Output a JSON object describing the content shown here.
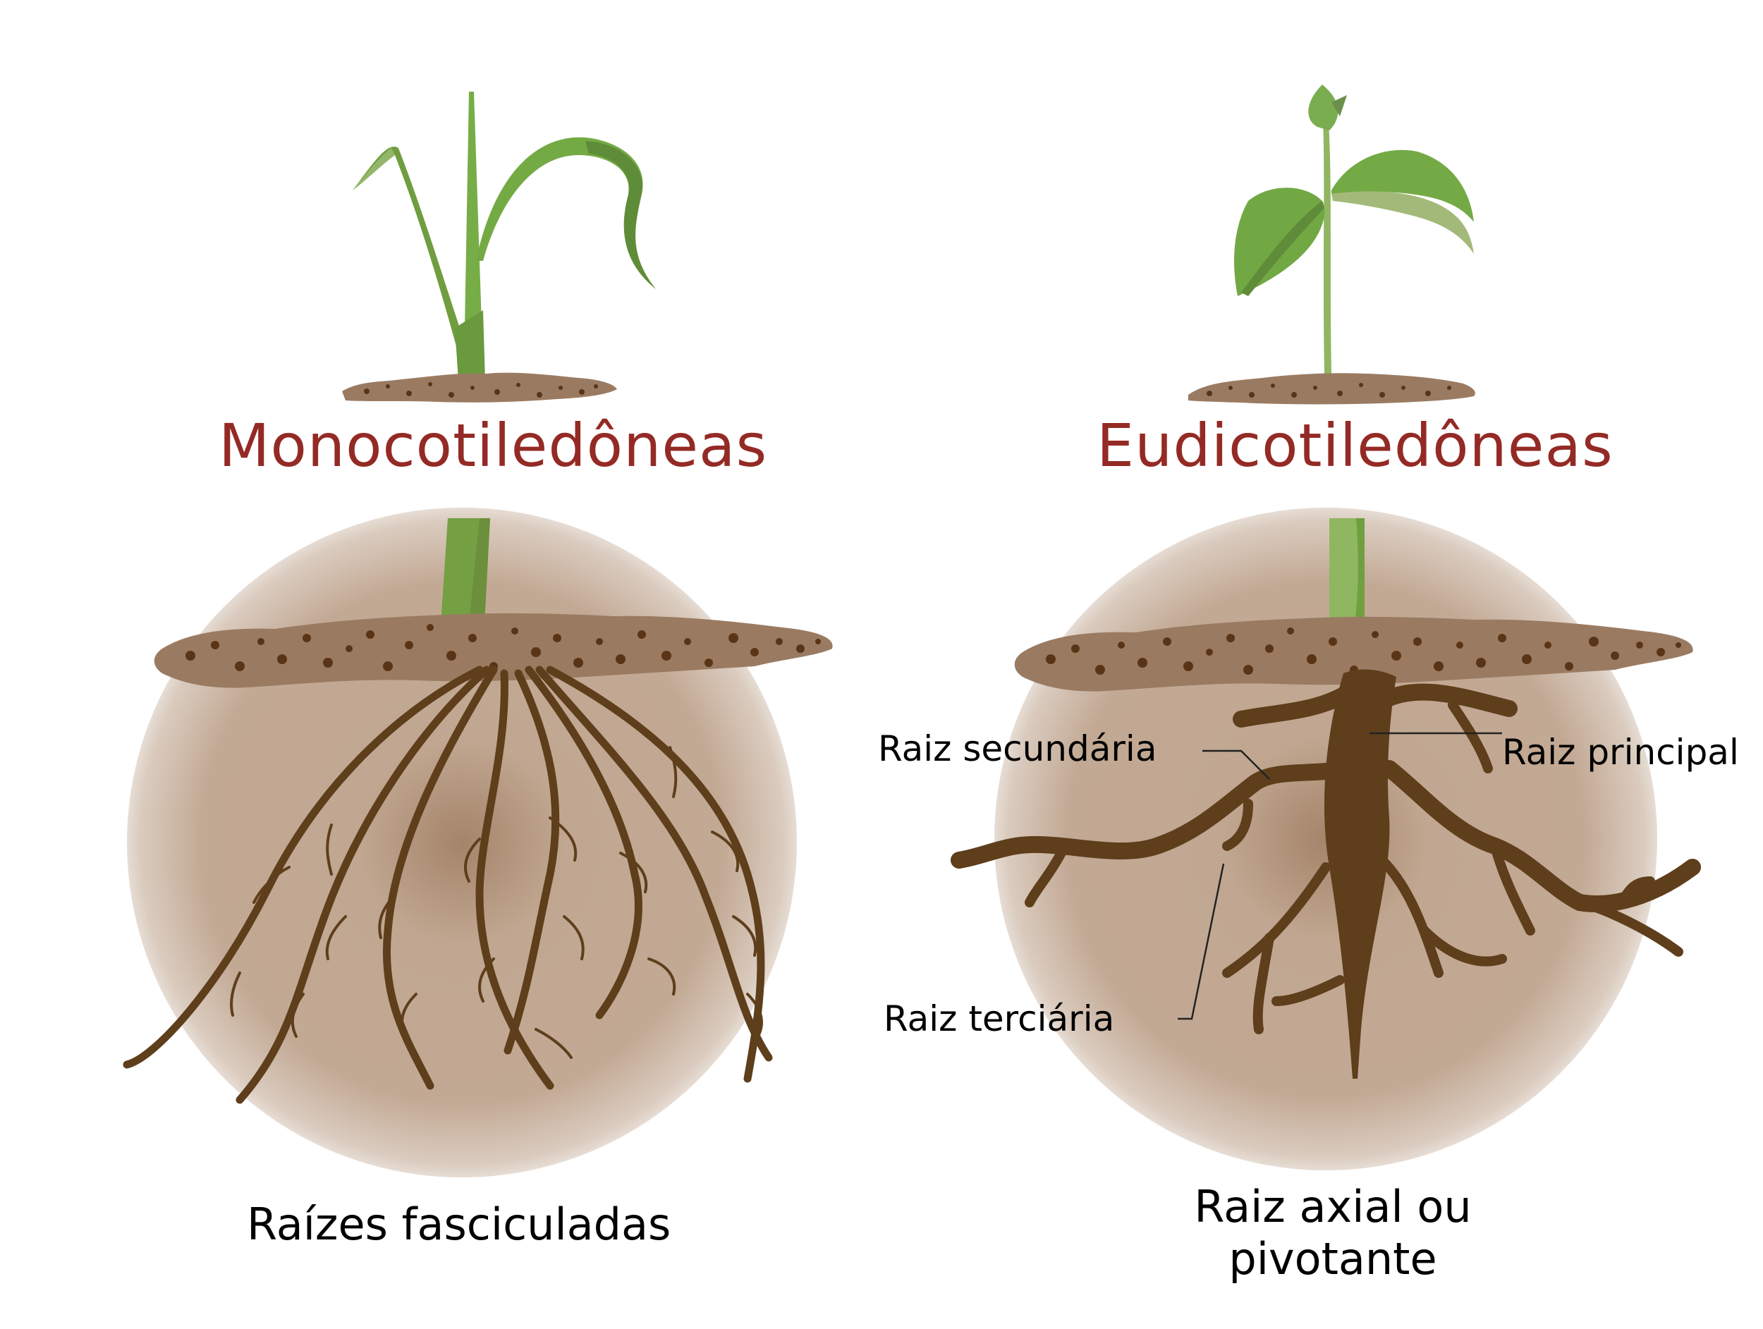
{
  "colors": {
    "title": "#942a25",
    "text": "#000000",
    "root": "#5e3e1b",
    "soil": "#9a7b62",
    "soil_dark": "#5a3416",
    "soil_halo": "#c2a994",
    "leaf": "#72a843",
    "leaf_dark": "#5f8c38",
    "stem": "#8fb660"
  },
  "left_panel": {
    "title": "Monocotiledôneas",
    "plant": "monocot-seedling",
    "root_type_caption": "Raízes fasciculadas"
  },
  "right_panel": {
    "title": "Eudicotiledôneas",
    "plant": "eudicot-seedling",
    "root_type_caption_line1": "Raiz axial ou",
    "root_type_caption_line2": "pivotante",
    "labels": {
      "secondary": "Raiz secundária",
      "principal": "Raiz principal",
      "tertiary": "Raiz terciária"
    }
  }
}
